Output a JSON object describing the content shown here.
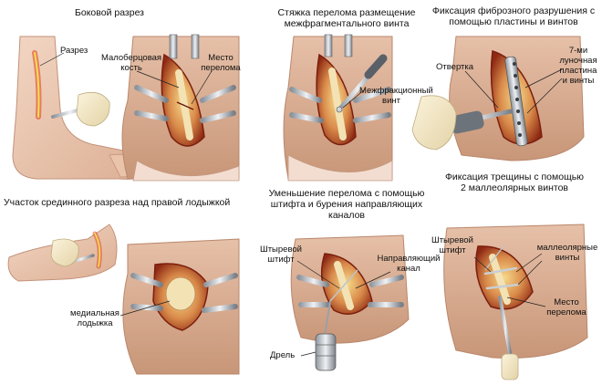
{
  "panels": [
    {
      "title": "Боковой разрез",
      "labels": {
        "incision": "Разрез",
        "fibula": "Малоберцовая кость",
        "fracture_site": "Место перелома"
      }
    },
    {
      "title": "Стяжка перелома размещение межфрагментального винта",
      "labels": {
        "interfrag_screw": "Межфракционный винт"
      }
    },
    {
      "title": "Фиксация фиброзного разрушения с помощью пластины и винтов",
      "labels": {
        "screwdriver": "Отвертка",
        "plate": "7-ми луночная пластина и винты"
      }
    },
    {
      "title": "Участок срединного разреза над правой лодыжкой",
      "labels": {
        "medial_malleolus": "медиальная лодыжка"
      }
    },
    {
      "title": "Уменьшение перелома с помощью штифта и бурения направляющих каналов",
      "labels": {
        "pin": "Штыревой штифт",
        "guide_channel": "Направляющий канал",
        "drill": "Дрель"
      }
    },
    {
      "title": "Фиксация трещины с помощью 2 маллеолярных винтов",
      "labels": {
        "pin": "Штыревой штифт",
        "malleolar_screws": "маллеолярные винты",
        "fracture_site": "Место перелома"
      }
    }
  ]
}
